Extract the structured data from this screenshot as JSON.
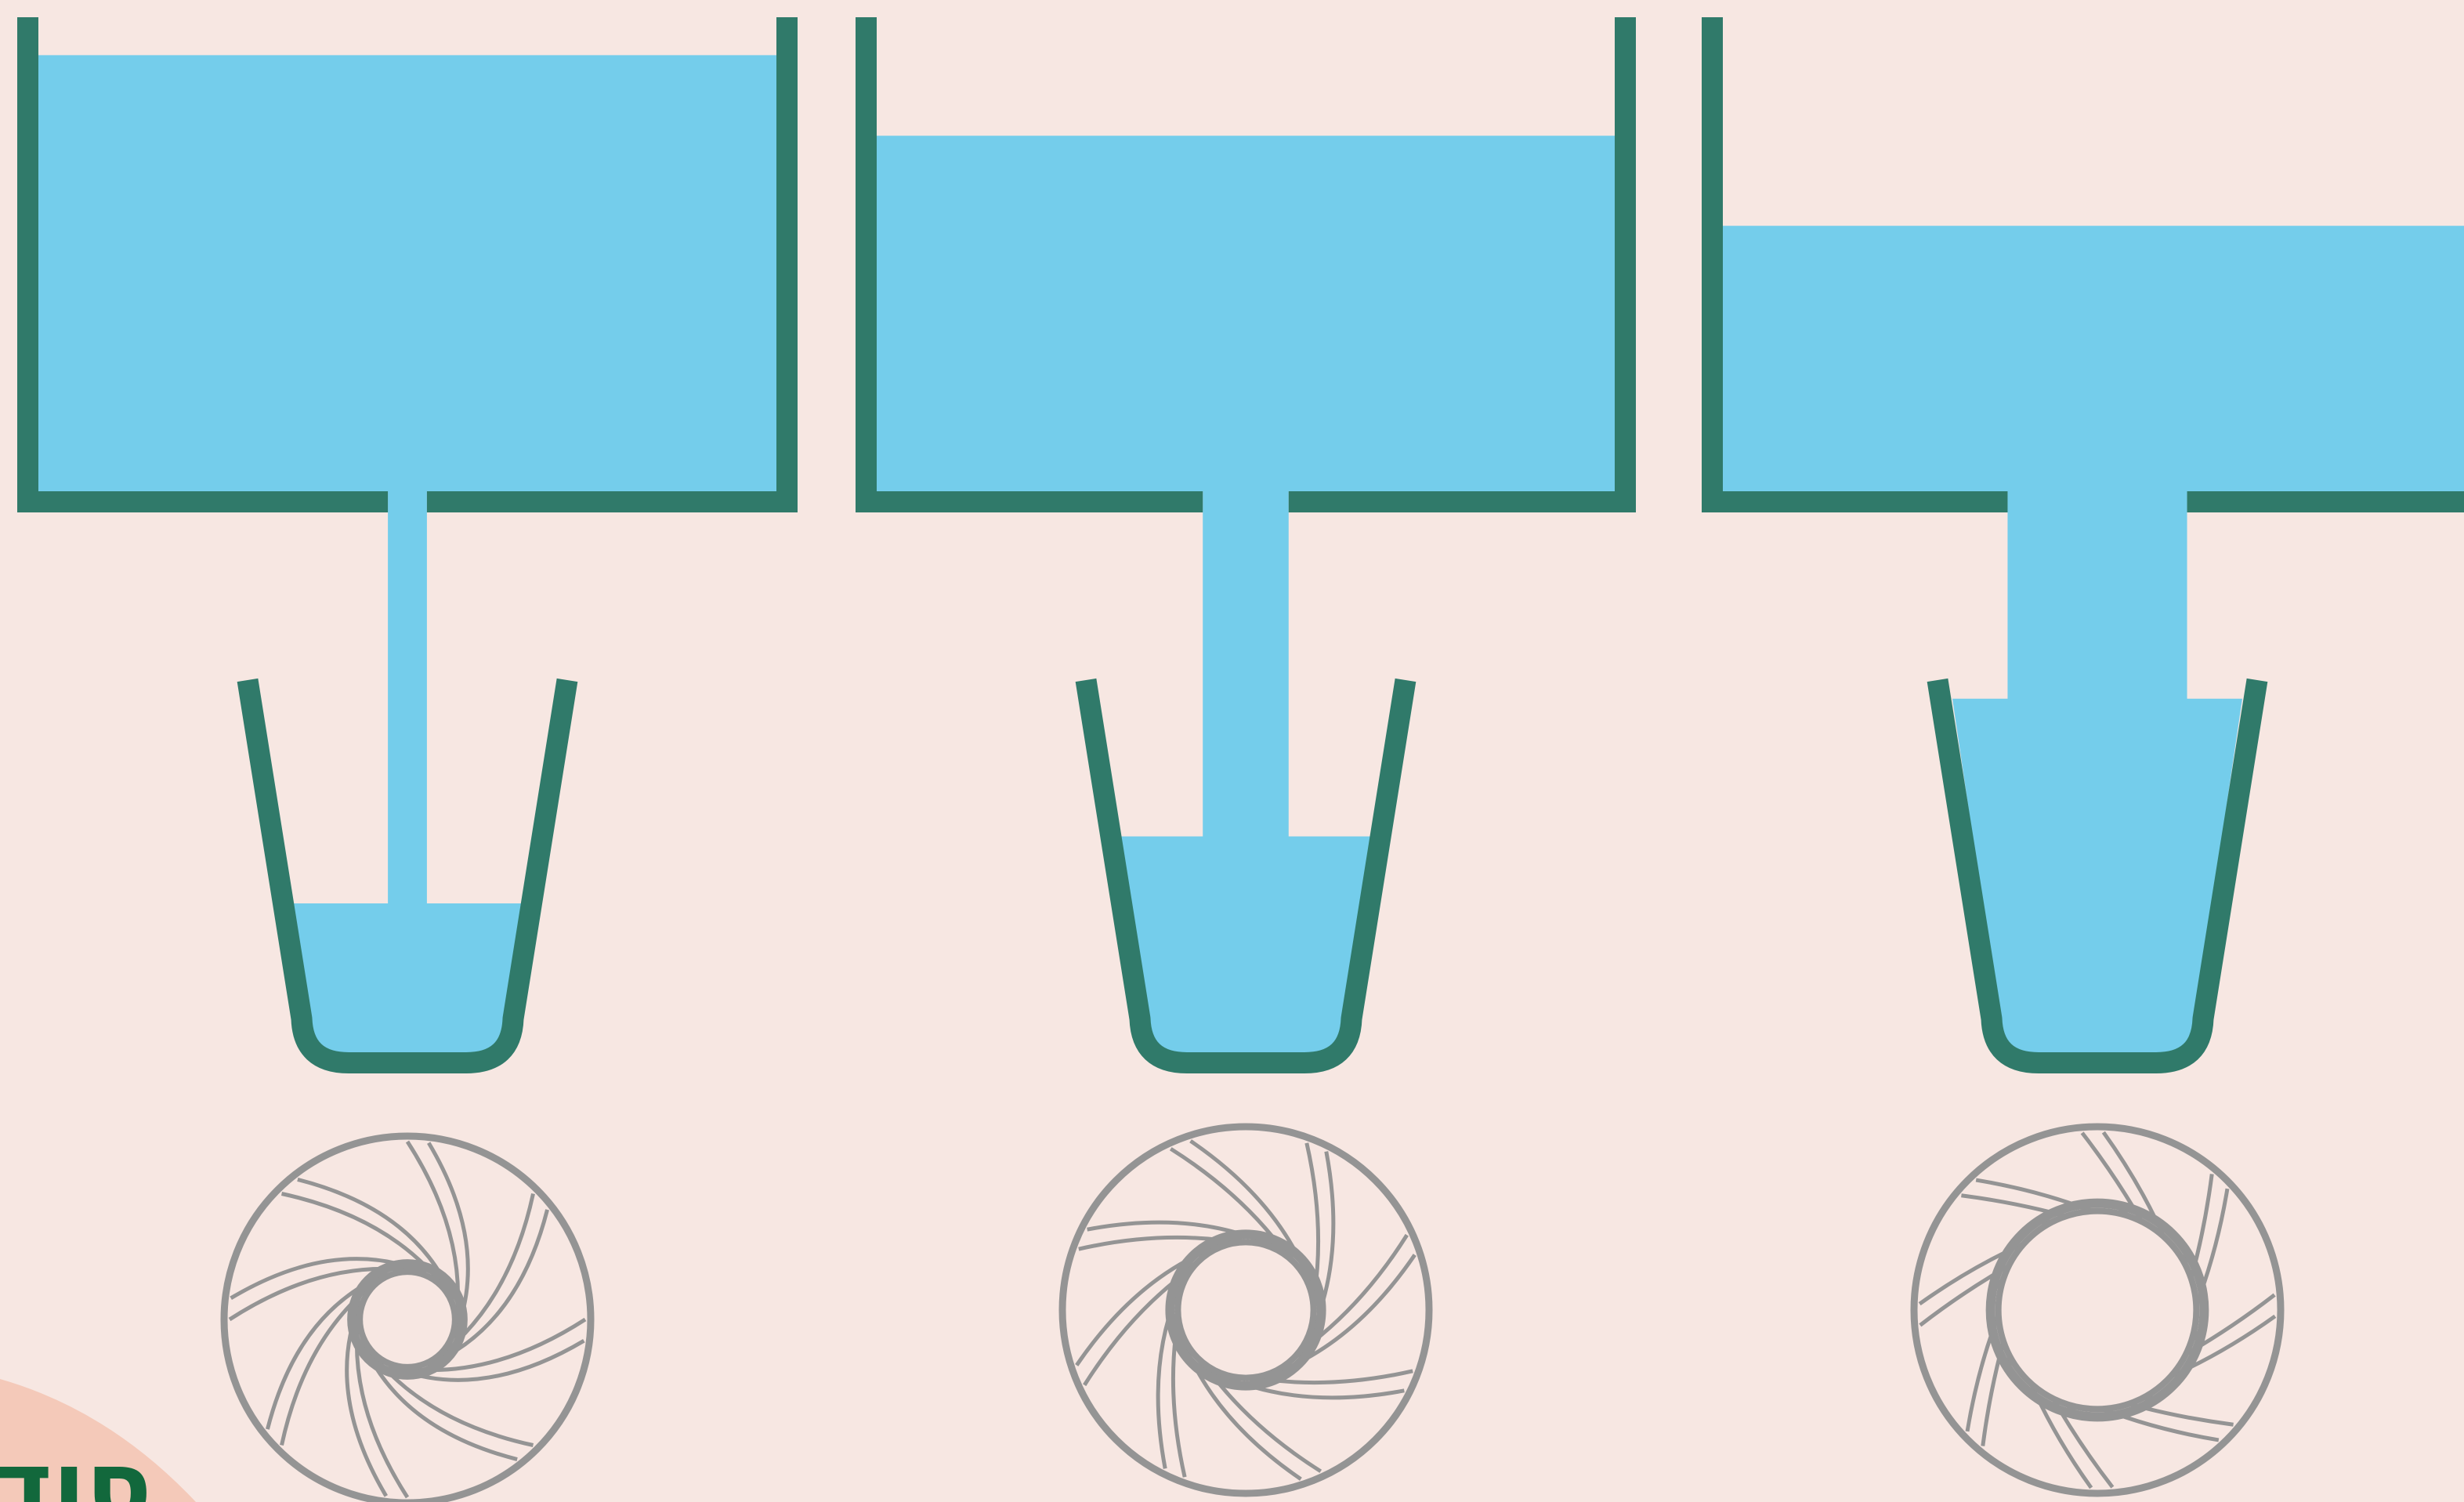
{
  "colors": {
    "background": "#f7e7e2",
    "water": "#74cdeb",
    "container_wall": "#307a6a",
    "aperture_line": "#949494",
    "corner_blob": "#f4c9b9",
    "corner_text": "#12683c"
  },
  "panels": [
    {
      "tank_fill_fraction": 0.92,
      "stream_width_fraction": 0.05,
      "glass_fill_fraction": 0.4,
      "aperture_opening_fraction": 0.26
    },
    {
      "tank_fill_fraction": 0.75,
      "stream_width_fraction": 0.11,
      "glass_fill_fraction": 0.58,
      "aperture_opening_fraction": 0.37
    },
    {
      "tank_fill_fraction": 0.56,
      "stream_width_fraction": 0.23,
      "glass_fill_fraction": 0.95,
      "aperture_opening_fraction": 0.54
    }
  ],
  "corner_label": {
    "text": "סוד"
  },
  "icons": {
    "aperture": "camera-aperture-icon",
    "tank": "water-tank",
    "glass": "water-glass"
  }
}
